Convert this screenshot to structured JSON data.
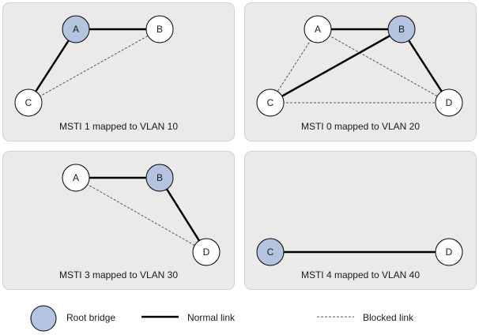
{
  "colors": {
    "panel_bg": "#ebeae8",
    "root_fill": "#b4c3e0",
    "node_fill": "#ffffff",
    "stroke": "#000000",
    "blocked_stroke": "#555555"
  },
  "panels": [
    {
      "caption": "MSTI 1 mapped to VLAN 10",
      "nodes": [
        {
          "id": "A",
          "label": "A",
          "root": true
        },
        {
          "id": "B",
          "label": "B",
          "root": false
        },
        {
          "id": "C",
          "label": "C",
          "root": false
        }
      ],
      "links": [
        {
          "from": "A",
          "to": "B",
          "type": "normal"
        },
        {
          "from": "A",
          "to": "C",
          "type": "normal"
        },
        {
          "from": "C",
          "to": "B",
          "type": "blocked"
        }
      ]
    },
    {
      "caption": "MSTI 0 mapped to VLAN 20",
      "nodes": [
        {
          "id": "A",
          "label": "A",
          "root": false
        },
        {
          "id": "B",
          "label": "B",
          "root": true
        },
        {
          "id": "C",
          "label": "C",
          "root": false
        },
        {
          "id": "D",
          "label": "D",
          "root": false
        }
      ],
      "links": [
        {
          "from": "A",
          "to": "B",
          "type": "normal"
        },
        {
          "from": "C",
          "to": "B",
          "type": "normal"
        },
        {
          "from": "B",
          "to": "D",
          "type": "normal"
        },
        {
          "from": "A",
          "to": "C",
          "type": "blocked"
        },
        {
          "from": "A",
          "to": "D",
          "type": "blocked"
        },
        {
          "from": "C",
          "to": "D",
          "type": "blocked"
        }
      ]
    },
    {
      "caption": "MSTI 3 mapped to VLAN 30",
      "nodes": [
        {
          "id": "A",
          "label": "A",
          "root": false
        },
        {
          "id": "B",
          "label": "B",
          "root": true
        },
        {
          "id": "D",
          "label": "D",
          "root": false
        }
      ],
      "links": [
        {
          "from": "A",
          "to": "B",
          "type": "normal"
        },
        {
          "from": "B",
          "to": "D",
          "type": "normal"
        },
        {
          "from": "A",
          "to": "D",
          "type": "blocked"
        }
      ]
    },
    {
      "caption": "MSTI 4 mapped to VLAN 40",
      "nodes": [
        {
          "id": "C",
          "label": "C",
          "root": true
        },
        {
          "id": "D",
          "label": "D",
          "root": false
        }
      ],
      "links": [
        {
          "from": "C",
          "to": "D",
          "type": "normal"
        }
      ]
    }
  ],
  "legend": {
    "root": "Root bridge",
    "normal": "Normal link",
    "blocked": "Blocked link"
  }
}
